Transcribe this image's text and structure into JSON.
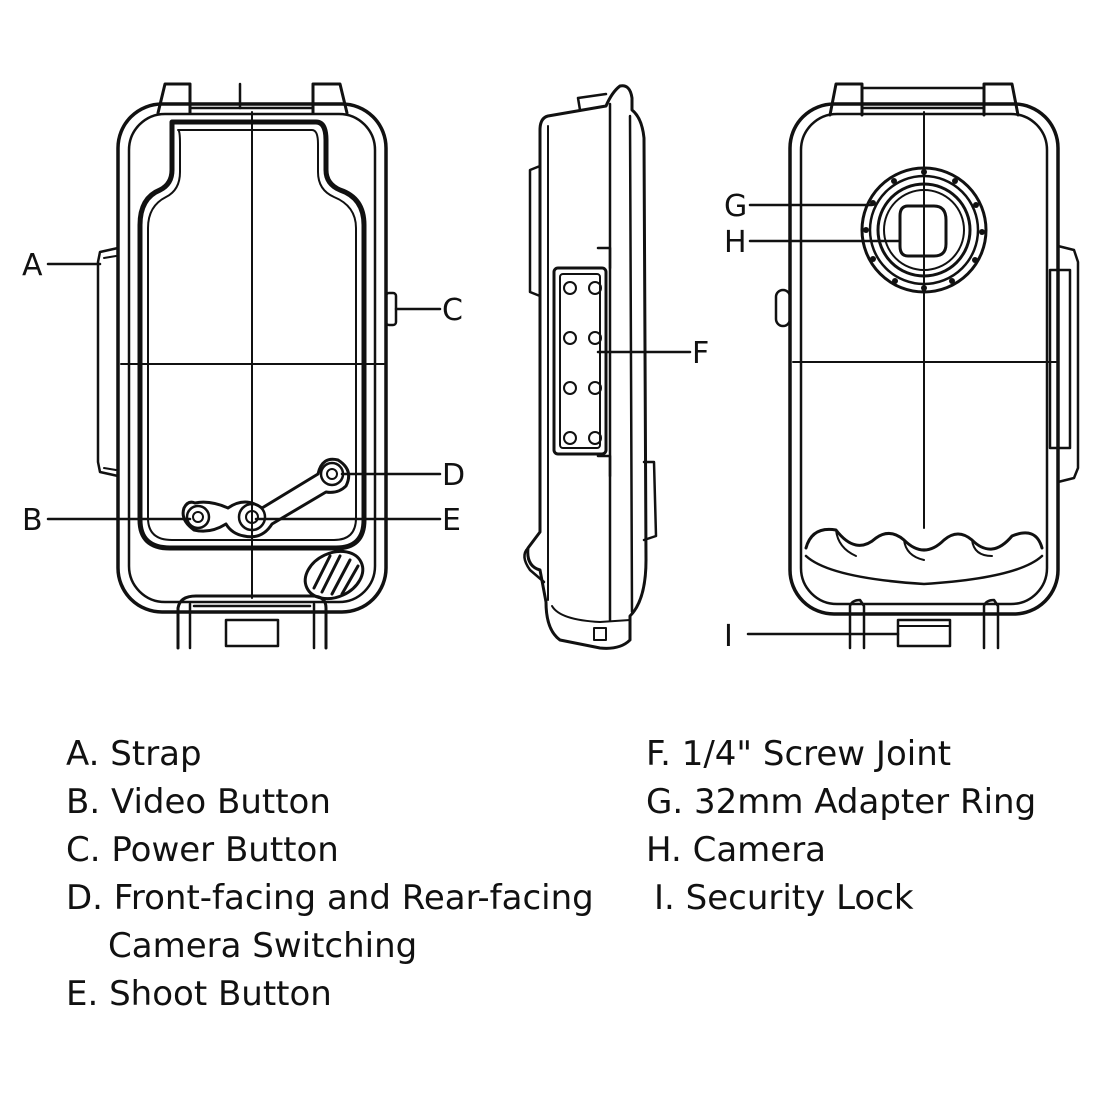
{
  "callouts": {
    "a": "A",
    "b": "B",
    "c": "C",
    "d": "D",
    "e": "E",
    "f": "F",
    "g": "G",
    "h": "H",
    "i": "I"
  },
  "legend": {
    "a": "A. Strap",
    "b": "B. Video Button",
    "c": "C. Power Button",
    "d_line1": "D. Front-facing and Rear-facing",
    "d_line2": "Camera Switching",
    "e": "E. Shoot Button",
    "f": "F. 1/4\" Screw Joint",
    "g": "G. 32mm Adapter Ring",
    "h": "H. Camera",
    "i": "I. Security Lock"
  },
  "colors": {
    "stroke": "#111111",
    "background": "#ffffff"
  }
}
